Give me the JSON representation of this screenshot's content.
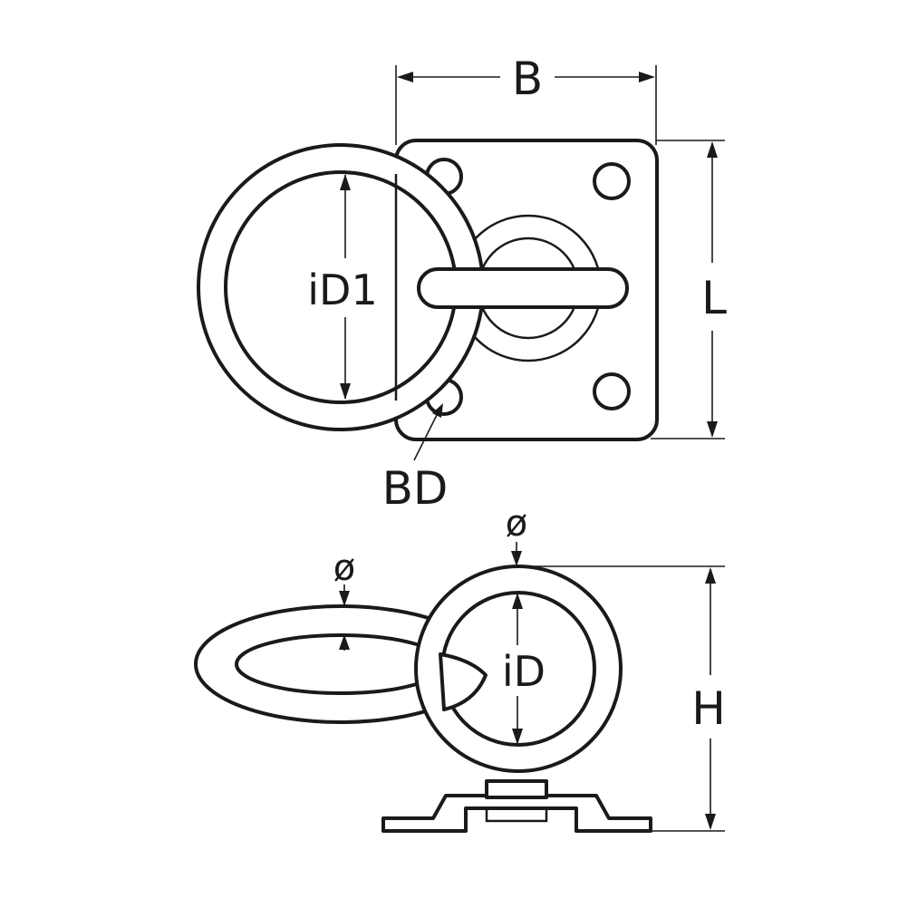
{
  "labels": {
    "width": "B",
    "length": "L",
    "ring_inner_diameter_top": "iD1",
    "bolt_diameter": "BD",
    "wire_diameter_ring": "ø",
    "wire_diameter_eye": "ø",
    "eye_inner_diameter": "iD",
    "height": "H"
  }
}
